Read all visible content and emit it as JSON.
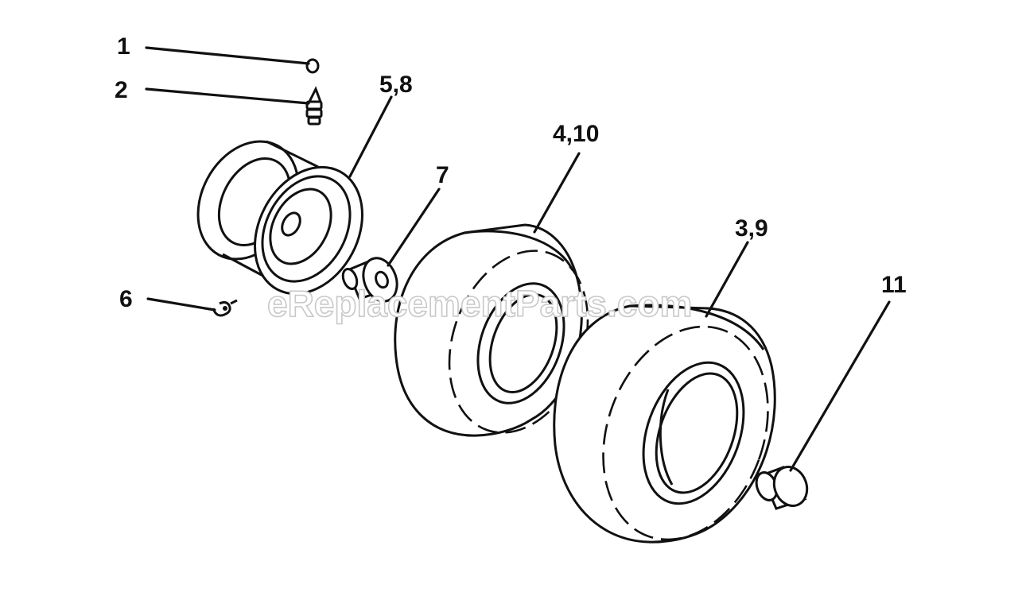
{
  "diagram": {
    "watermark": "eReplacementParts.com",
    "callouts": {
      "c1": "1",
      "c2": "2",
      "c58": "5,8",
      "c410": "4,10",
      "c7": "7",
      "c39": "3,9",
      "c6": "6",
      "c11": "11"
    }
  }
}
